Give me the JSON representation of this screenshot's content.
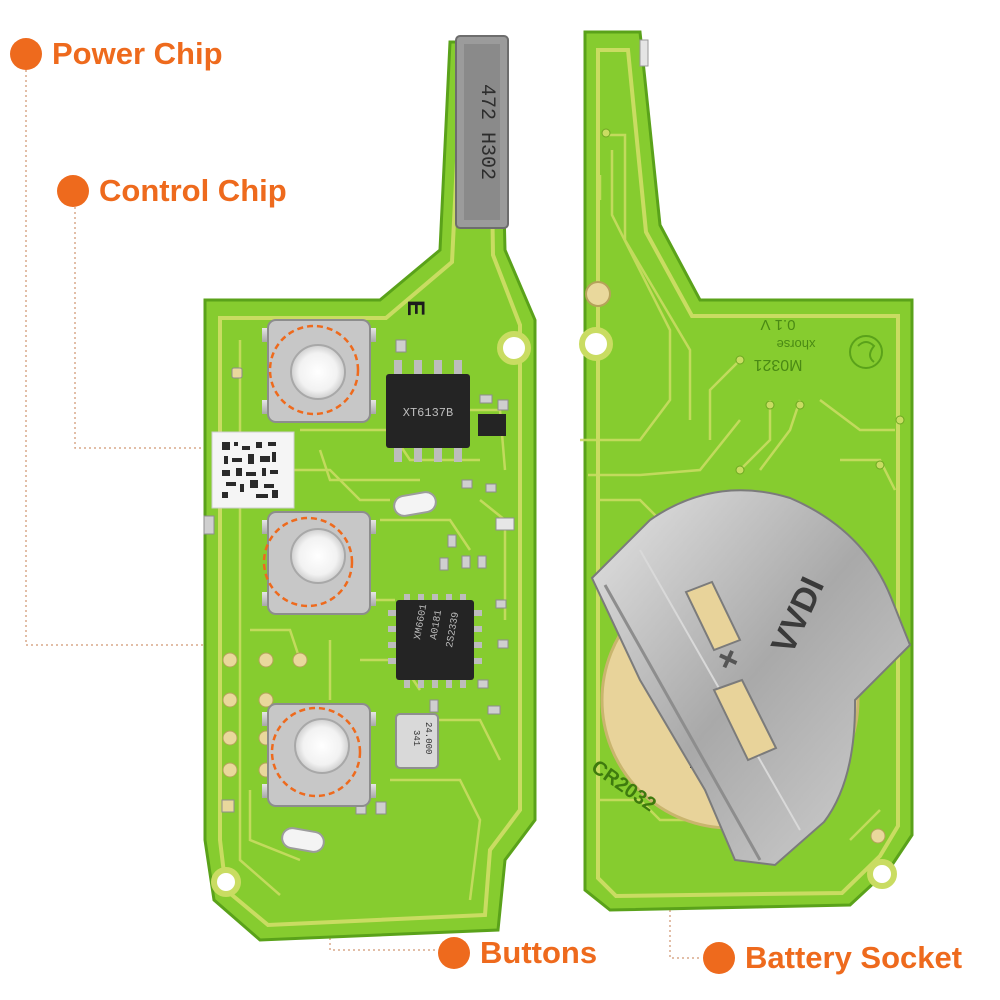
{
  "callouts": {
    "power_chip": "Power Chip",
    "control_chip": "Control Chip",
    "buttons": "Buttons",
    "battery_socket": "Battery Socket"
  },
  "components": {
    "flash_chip_marking": "472 H302",
    "control_chip_marking": "XT6137B",
    "rf_chip_marking_1": "XM6601",
    "rf_chip_marking_2": "A0181",
    "rf_chip_marking_3": "2S2339",
    "crystal_marking_1": "24.000",
    "crystal_marking_2": "341",
    "battery_silkscreen": "CR2032",
    "battery_brand": "VVDI",
    "battery_plus": "+",
    "board_id_1": "M0321",
    "board_id_2": "xhorse",
    "board_id_3": "0.1 V"
  },
  "colors": {
    "accent": "#ee6a1d",
    "pcb_green": "#86cc2f",
    "pcb_edge": "#5aa21a",
    "trace": "#c9dc62",
    "metal": "#b8b8b8"
  }
}
